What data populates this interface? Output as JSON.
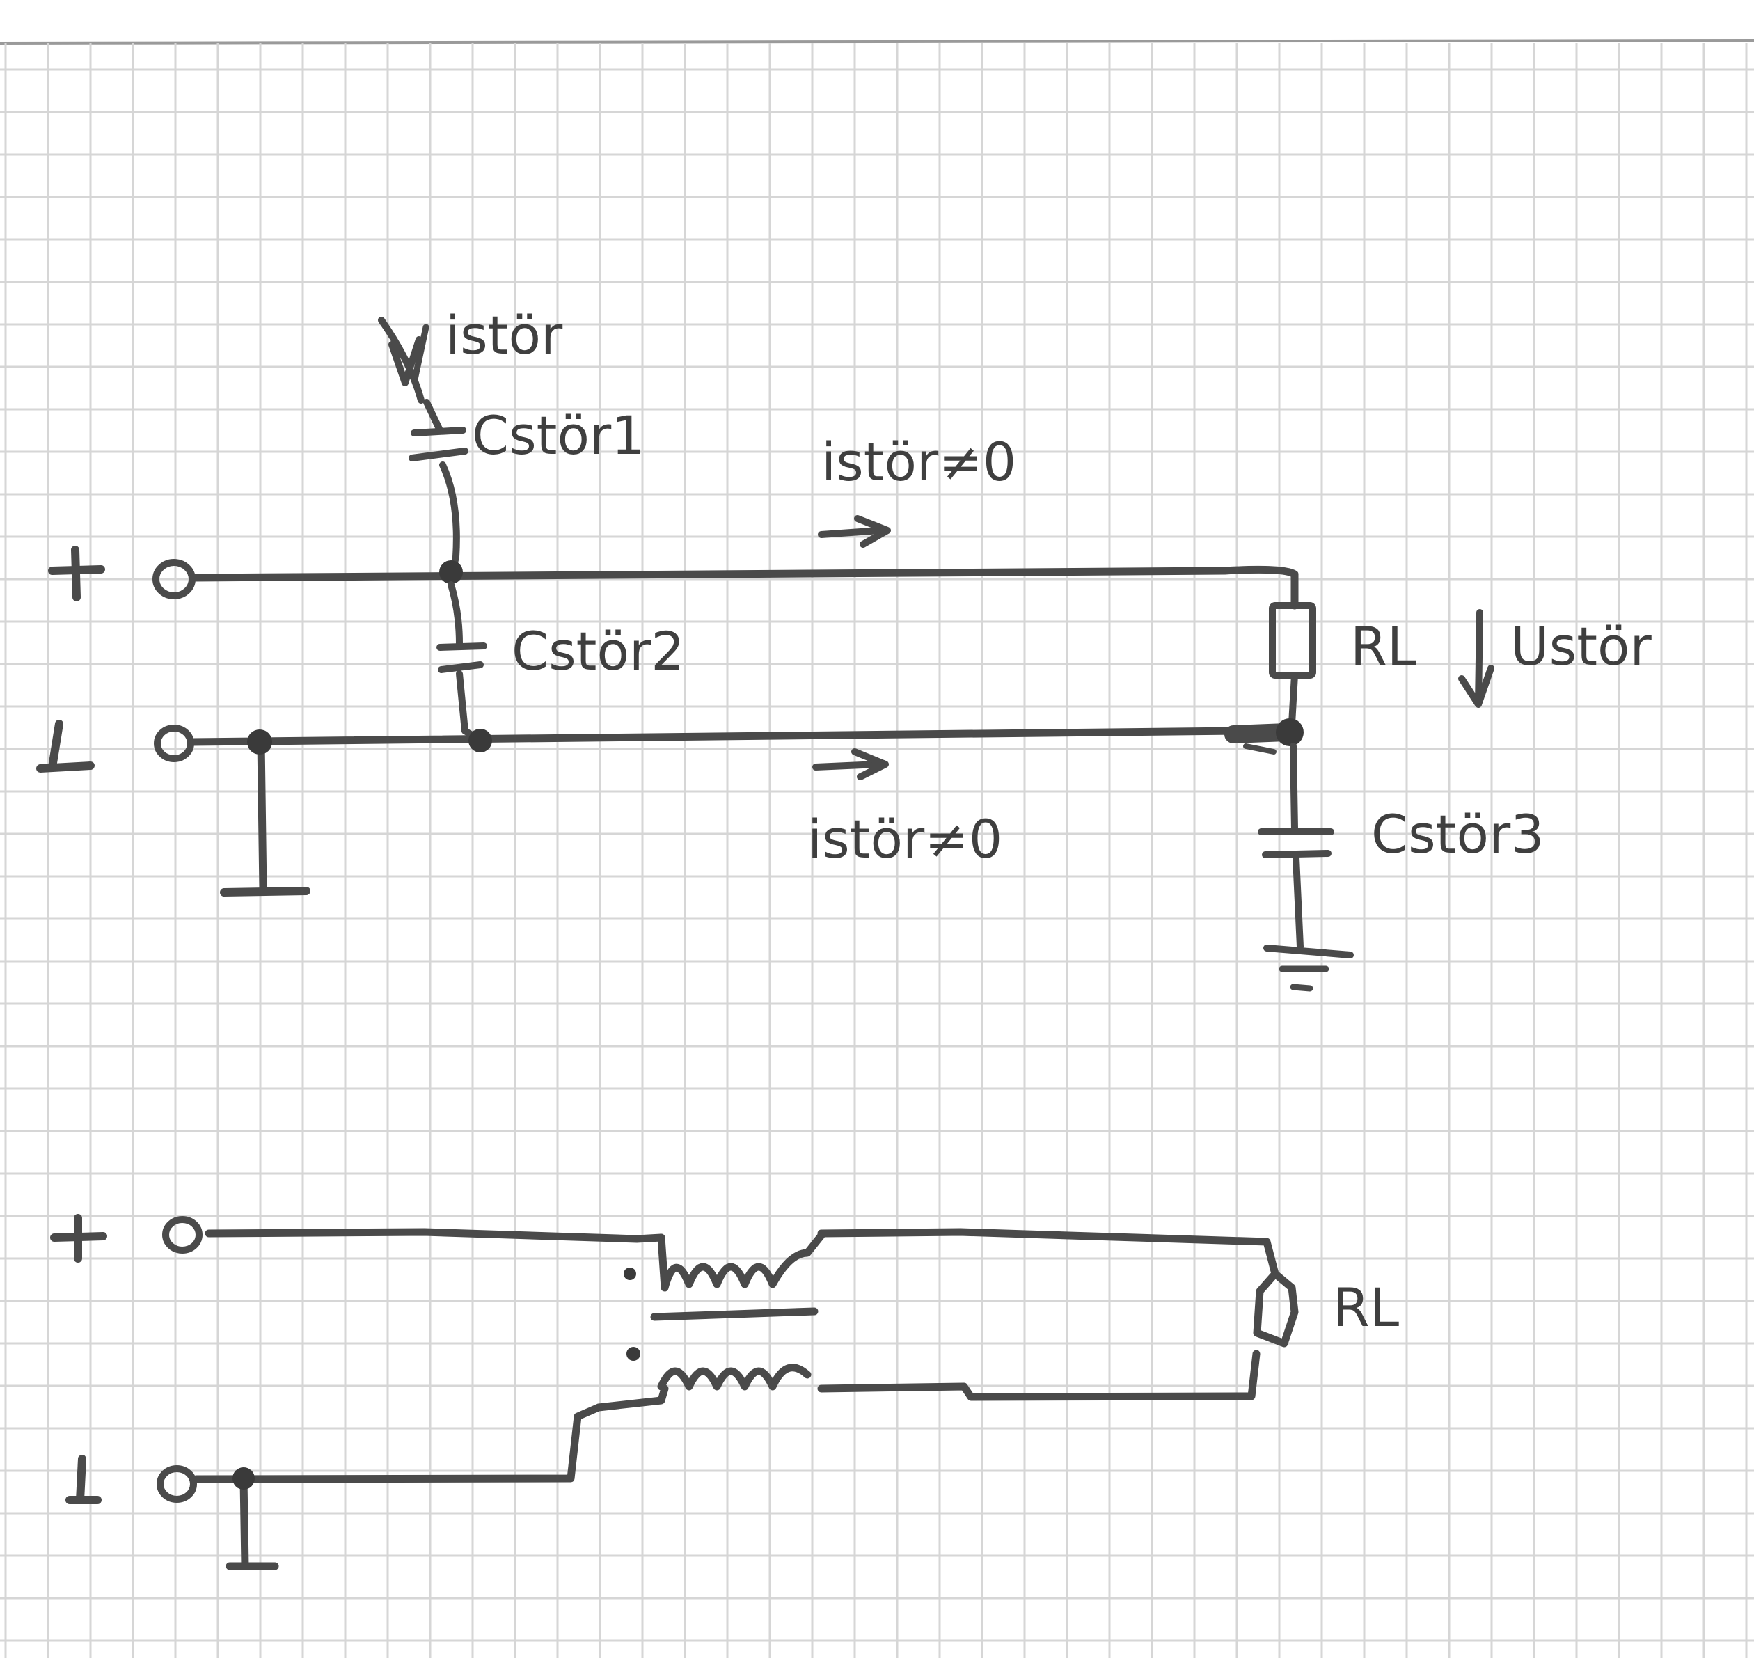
{
  "circuit_1": {
    "terminal_plus": "+",
    "terminal_minus": "⊥",
    "i_stoer": "istör",
    "c_stoer1": "Cstör1",
    "c_stoer2": "Cstör2",
    "c_stoer3": "Cstör3",
    "i_stoer_top": "istör≠0",
    "i_stoer_bottom": "istör≠0",
    "r_load": "RL",
    "u_stoer": "Ustör"
  },
  "circuit_2": {
    "terminal_plus": "+",
    "terminal_minus": "⊥",
    "r_load": "RL"
  },
  "colors": {
    "ink": "#4a4a4a",
    "grid": "#d6d6d6",
    "paper": "#ffffff"
  }
}
